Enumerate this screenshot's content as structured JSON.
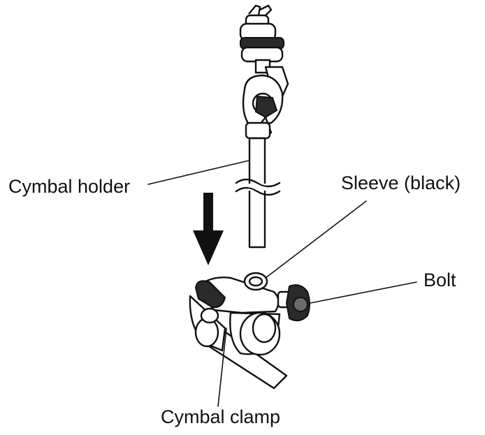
{
  "labels": {
    "cymbal_holder": "Cymbal holder",
    "sleeve": "Sleeve (black)",
    "bolt": "Bolt",
    "cymbal_clamp": "Cymbal clamp"
  }
}
